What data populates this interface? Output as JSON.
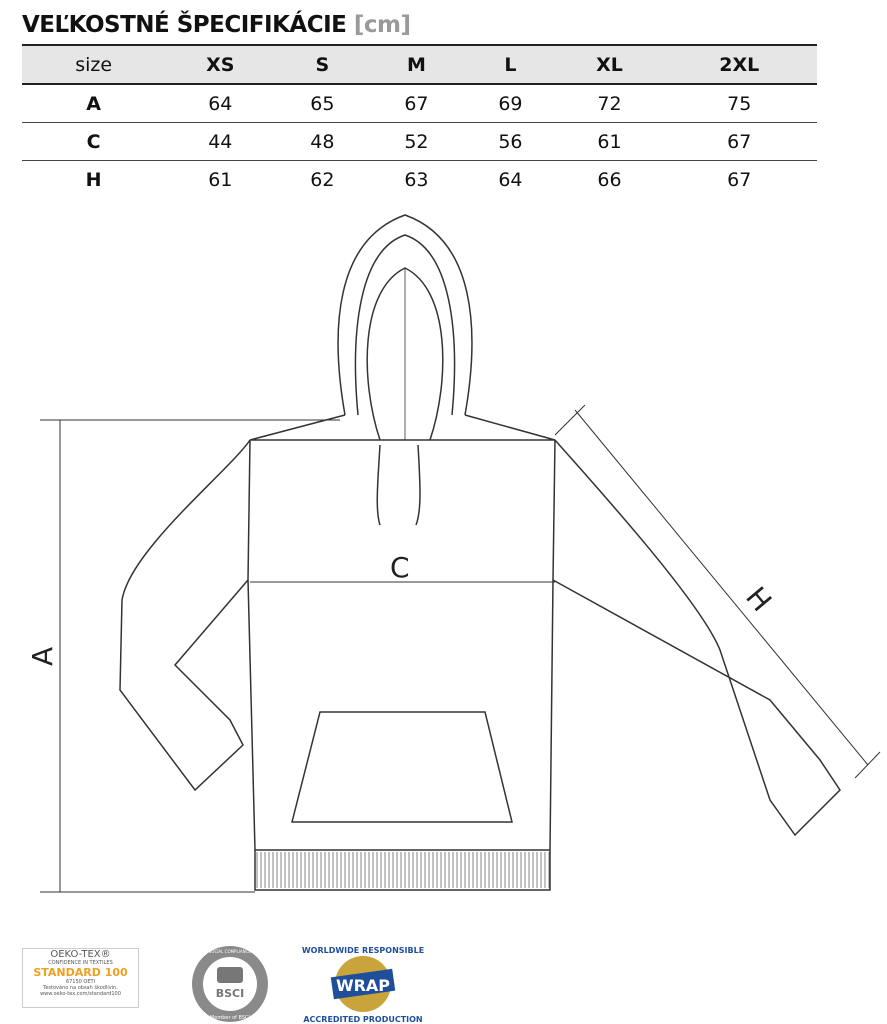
{
  "title": {
    "main": "VEĽKOSTNÉ ŠPECIFIKÁCIE",
    "unit": "[cm]"
  },
  "table": {
    "header": [
      "size",
      "XS",
      "S",
      "M",
      "L",
      "XL",
      "2XL"
    ],
    "rows": [
      {
        "label": "A",
        "values": [
          "64",
          "65",
          "67",
          "69",
          "72",
          "75"
        ]
      },
      {
        "label": "C",
        "values": [
          "44",
          "48",
          "52",
          "56",
          "61",
          "67"
        ]
      },
      {
        "label": "H",
        "values": [
          "61",
          "62",
          "63",
          "64",
          "66",
          "67"
        ]
      }
    ]
  },
  "diagram": {
    "label_a": "A",
    "label_c": "C",
    "label_h": "H"
  },
  "logos": {
    "oeko": {
      "name": "OEKO-TEX®",
      "sub": "CONFIDENCE IN TEXTILES",
      "standard": "STANDARD 100",
      "code": "67150 OETI",
      "note": "Testováno na obsah škodlivin.",
      "url": "www.oeko-tex.com/standard100"
    },
    "bsci": {
      "name": "BSCI",
      "ring": "BUSINESS SOCIAL COMPLIANCE INITIATIVE",
      "member": "Member of BSCI"
    },
    "wrap": {
      "name": "WRAP",
      "ring_top": "WORLDWIDE RESPONSIBLE",
      "ring_bottom": "ACCREDITED PRODUCTION"
    }
  }
}
